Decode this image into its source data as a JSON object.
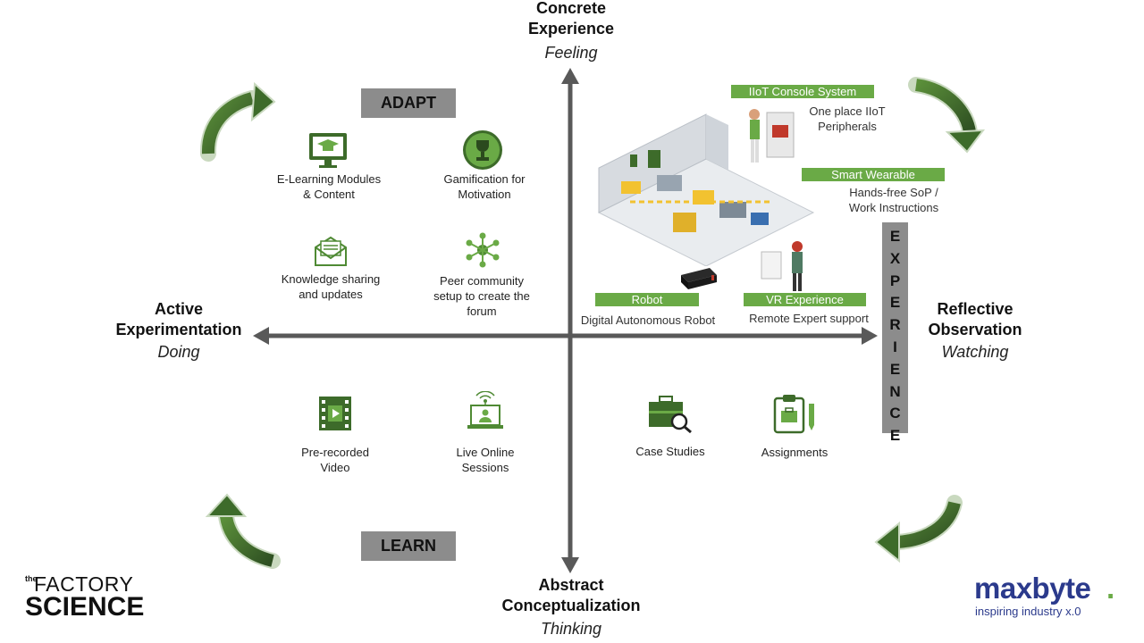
{
  "axes": {
    "top": {
      "title_line1": "Concrete",
      "title_line2": "Experience",
      "subtitle": "Feeling"
    },
    "left": {
      "title_line1": "Active",
      "title_line2": "Experimentation",
      "subtitle": "Doing"
    },
    "right": {
      "title_line1": "Reflective",
      "title_line2": "Observation",
      "subtitle": "Watching"
    },
    "bottom": {
      "title_line1": "Abstract",
      "title_line2": "Conceptualization",
      "subtitle": "Thinking"
    }
  },
  "phases": {
    "adapt": "ADAPT",
    "learn": "LEARN",
    "experience": [
      "E",
      "X",
      "P",
      "E",
      "R",
      "I",
      "E",
      "N",
      "C",
      "E"
    ]
  },
  "adapt_items": [
    {
      "line1": "E-Learning Modules",
      "line2": "& Content",
      "icon": "elearning-monitor-icon"
    },
    {
      "line1": "Gamification for",
      "line2": "Motivation",
      "icon": "trophy-icon"
    },
    {
      "line1": "Knowledge sharing",
      "line2": "and updates",
      "icon": "newsletter-envelope-icon"
    },
    {
      "line1": "Peer community",
      "line2": "setup to create the",
      "line3": "forum",
      "icon": "network-hub-icon"
    }
  ],
  "learn_items": [
    {
      "line1": "Pre-recorded",
      "line2": "Video",
      "icon": "video-film-icon"
    },
    {
      "line1": "Live Online",
      "line2": "Sessions",
      "icon": "live-session-laptop-icon"
    }
  ],
  "reflect_items": [
    {
      "line1": "Case Studies",
      "icon": "briefcase-search-icon"
    },
    {
      "line1": "Assignments",
      "icon": "clipboard-pencil-icon"
    }
  ],
  "experience_tags": [
    {
      "tag": "IIoT Console System",
      "desc_line1": "One place IIoT",
      "desc_line2": "Peripherals"
    },
    {
      "tag": "Smart Wearable",
      "desc_line1": "Hands-free SoP /",
      "desc_line2": "Work Instructions"
    },
    {
      "tag": "Robot",
      "desc_line1": "Digital Autonomous Robot"
    },
    {
      "tag": "VR Experience",
      "desc_line1": "Remote Expert support"
    }
  ],
  "logos": {
    "left": {
      "the": "the",
      "line1": "FACTORY",
      "line2": "SCIENCE"
    },
    "right": {
      "name": "maxbyte",
      "dot": ".",
      "tagline": "inspiring industry x.0"
    }
  },
  "colors": {
    "accent_green": "#6aaa46",
    "dark_green": "#3d6b2a",
    "gray": "#8c8c8c",
    "axis": "#595959"
  }
}
